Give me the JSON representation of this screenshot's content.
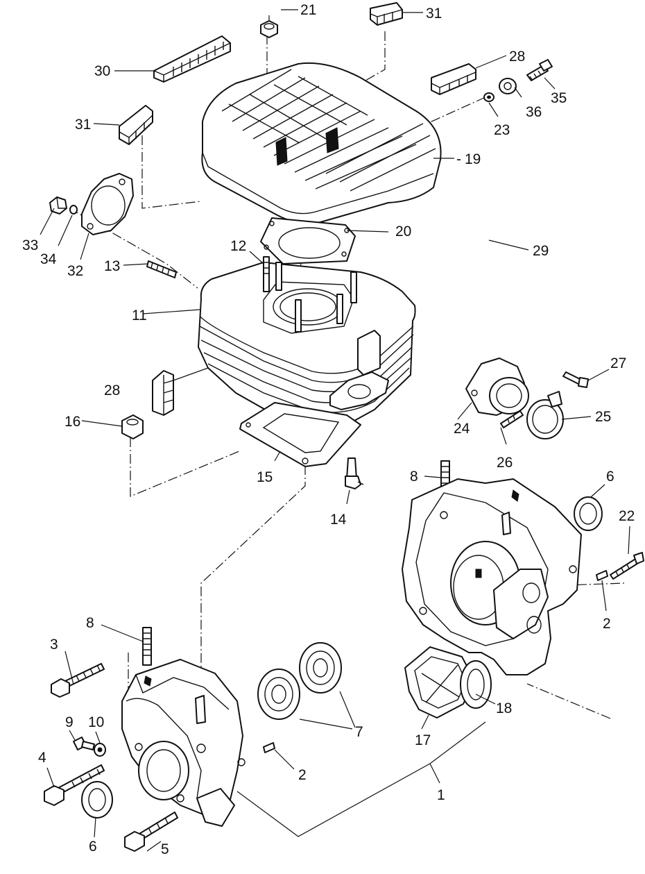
{
  "colors": {
    "ink": "#111111",
    "paper": "#ffffff"
  },
  "callouts": {
    "n1": "1",
    "n2a": "2",
    "n2b": "2",
    "n3": "3",
    "n4": "4",
    "n5": "5",
    "n6a": "6",
    "n6b": "6",
    "n7": "7",
    "n8a": "8",
    "n8b": "8",
    "n9": "9",
    "n10": "10",
    "n11": "11",
    "n12": "12",
    "n13": "13",
    "n14": "14",
    "n15": "15",
    "n16": "16",
    "n17": "17",
    "n18": "18",
    "n19": "19",
    "n20": "20",
    "n21": "21",
    "n22": "22",
    "n23": "23",
    "n24": "24",
    "n25": "25",
    "n26": "26",
    "n27": "27",
    "n28a": "28",
    "n28b": "28",
    "n29": "29",
    "n30": "30",
    "n31a": "31",
    "n31b": "31",
    "n32": "32",
    "n33": "33",
    "n34": "34",
    "n35": "35",
    "n36": "36"
  }
}
